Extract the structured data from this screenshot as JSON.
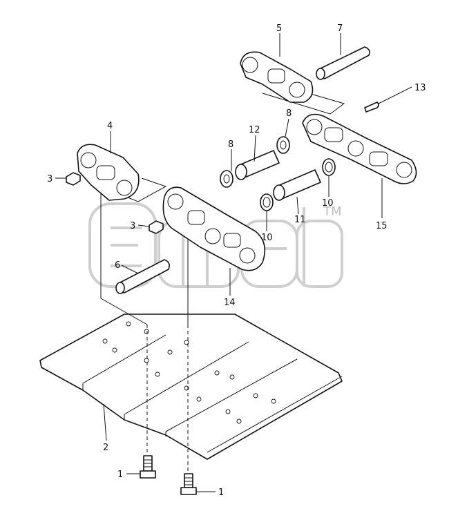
{
  "callouts": [
    {
      "id": "p1a",
      "label": "1"
    },
    {
      "id": "p1b",
      "label": "1"
    },
    {
      "id": "p2",
      "label": "2"
    },
    {
      "id": "p3a",
      "label": "3"
    },
    {
      "id": "p3b",
      "label": "3"
    },
    {
      "id": "p4",
      "label": "4"
    },
    {
      "id": "p5",
      "label": "5"
    },
    {
      "id": "p6",
      "label": "6"
    },
    {
      "id": "p7",
      "label": "7"
    },
    {
      "id": "p8a",
      "label": "8"
    },
    {
      "id": "p8b",
      "label": "8"
    },
    {
      "id": "p10a",
      "label": "10"
    },
    {
      "id": "p10b",
      "label": "10"
    },
    {
      "id": "p11",
      "label": "11"
    },
    {
      "id": "p12",
      "label": "12"
    },
    {
      "id": "p13",
      "label": "13"
    },
    {
      "id": "p14",
      "label": "14"
    },
    {
      "id": "p15",
      "label": "15"
    }
  ],
  "watermark": {
    "trademark": "TM"
  }
}
